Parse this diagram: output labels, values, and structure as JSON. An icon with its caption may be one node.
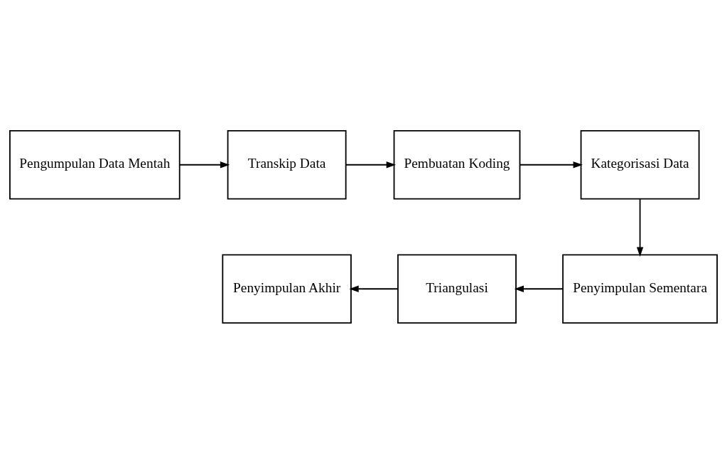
{
  "diagram": {
    "nodes": [
      {
        "text": [
          "Pengumpulan Data Mentah"
        ]
      },
      {
        "text": [
          "Transkip Data"
        ]
      },
      {
        "text": [
          "Pembuatan Koding"
        ]
      },
      {
        "text": [
          "Kategorisasi Data"
        ]
      },
      {
        "text": [
          "Penyimpulan Akhir"
        ]
      },
      {
        "text": [
          "Triangulasi"
        ]
      },
      {
        "text": [
          "Penyimpulan Sementara"
        ]
      }
    ],
    "edges": [
      {
        "from": 0,
        "to": 1,
        "arrow": "to"
      },
      {
        "from": 1,
        "to": 2,
        "arrow": "to"
      },
      {
        "from": 2,
        "to": 3,
        "arrow": "to"
      },
      {
        "from": 3,
        "to": 6,
        "arrow": "to"
      },
      {
        "from": 6,
        "to": 5,
        "arrow": "to"
      },
      {
        "from": 5,
        "to": 4,
        "arrow": "to"
      }
    ]
  }
}
